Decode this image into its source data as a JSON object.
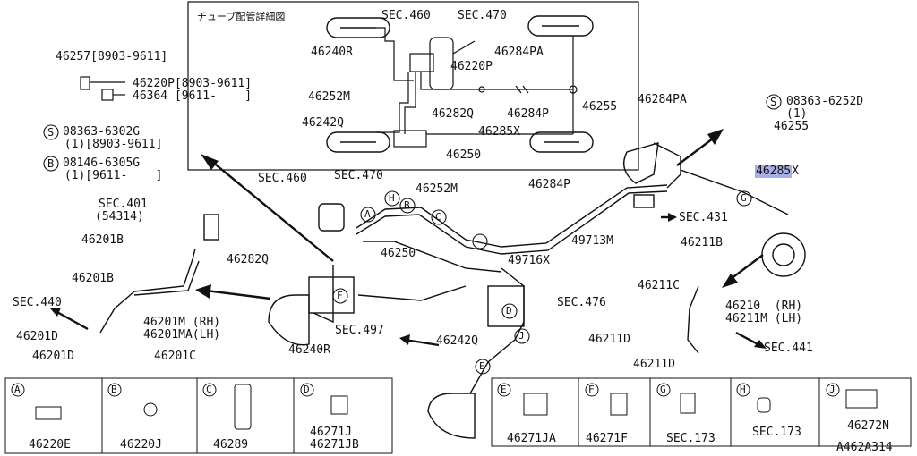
{
  "inset": {
    "title": "チューブ配管詳細図",
    "labels": {
      "sec460": "SEC.460",
      "sec470": "SEC.470",
      "p46240R": "46240R",
      "p46220P": "46220P",
      "p46284PA": "46284PA",
      "p46252M": "46252M",
      "p46242Q": "46242Q",
      "p46282Q": "46282Q",
      "p46284P": "46284P",
      "p46255": "46255",
      "p46285X": "46285X",
      "p46250": "46250"
    }
  },
  "left_block": {
    "l1": "46257[8903-9611]",
    "l2": "46220P[8903-9611]",
    "l3": "46364 [9611-    ]",
    "s_circle": "S",
    "l4": "08363-6302G",
    "l5": " (1)[8903-9611]",
    "b_circle": "B",
    "l6": "08146-6305G",
    "l7": " (1)[9611-    ]"
  },
  "main_labels": {
    "sec460": "SEC.460",
    "sec470": "SEC.470",
    "p46252M": "46252M",
    "p46284P": "46284P",
    "p46284PA": "46284PA",
    "s_circle": "S",
    "p08363": "08363-6252D",
    "p08363q": "(1)",
    "p46255": "46255",
    "p46285X_hl": "46285",
    "p46285X_suffix": "X",
    "sec401": "SEC.401",
    "p54314": "(54314)",
    "p46201B_1": "46201B",
    "p46282Q": "46282Q",
    "p46250": "46250",
    "p49713M": "49713M",
    "p49716X": "49716X",
    "sec431": "SEC.431",
    "p46211B": "46211B",
    "p46201B_2": "46201B",
    "sec440": "SEC.440",
    "p46201M": "46201M (RH)",
    "p46201MA": "46201MA(LH)",
    "p46201D_1": "46201D",
    "p46201D_2": "46201D",
    "p46201C": "46201C",
    "p46240R": "46240R",
    "sec497": "SEC.497",
    "p46242Q": "46242Q",
    "sec476": "SEC.476",
    "p46211C": "46211C",
    "p46210": "46210  (RH)",
    "p46211M": "46211M (LH)",
    "p46211D_1": "46211D",
    "p46211D_2": "46211D",
    "sec441": "SEC.441"
  },
  "callout_letters": [
    "A",
    "B",
    "C",
    "D",
    "E",
    "F",
    "G",
    "H",
    "J"
  ],
  "legend": [
    {
      "letter": "A",
      "part": "46220E"
    },
    {
      "letter": "B",
      "part": "46220J"
    },
    {
      "letter": "C",
      "part": "46289"
    },
    {
      "letter": "D",
      "part": "46271J",
      "part2": "46271JB"
    },
    {
      "letter": "E",
      "part": "46271JA"
    },
    {
      "letter": "F",
      "part": "46271F"
    },
    {
      "letter": "G",
      "part": "SEC.173"
    },
    {
      "letter": "H",
      "part": "SEC.173"
    },
    {
      "letter": "J",
      "part": "46272N"
    }
  ],
  "figure_code": "A462A314",
  "highlight_color": "#a8aee6"
}
